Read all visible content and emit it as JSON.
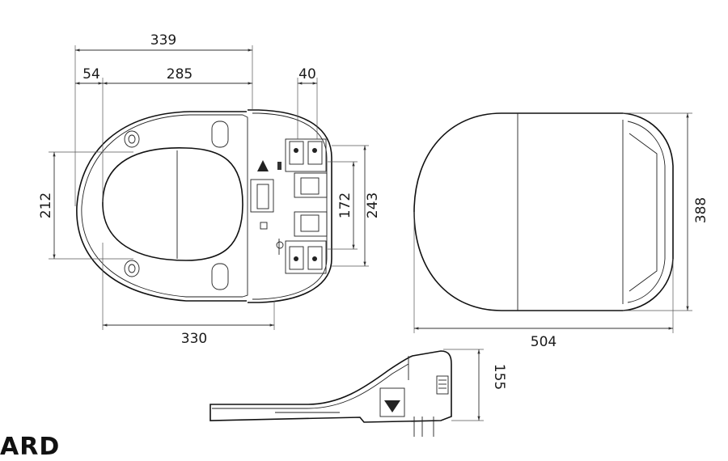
{
  "dimensions": {
    "top_width_total": "339",
    "top_offset_left": "54",
    "top_width_inner": "285",
    "hinge_width": "40",
    "seat_bottom_width": "330",
    "seat_left_height": "212",
    "hinge_inner_height": "172",
    "hinge_outer_height": "243",
    "lid_width": "504",
    "lid_height": "388",
    "side_height": "155"
  },
  "partial_text": "ARD"
}
